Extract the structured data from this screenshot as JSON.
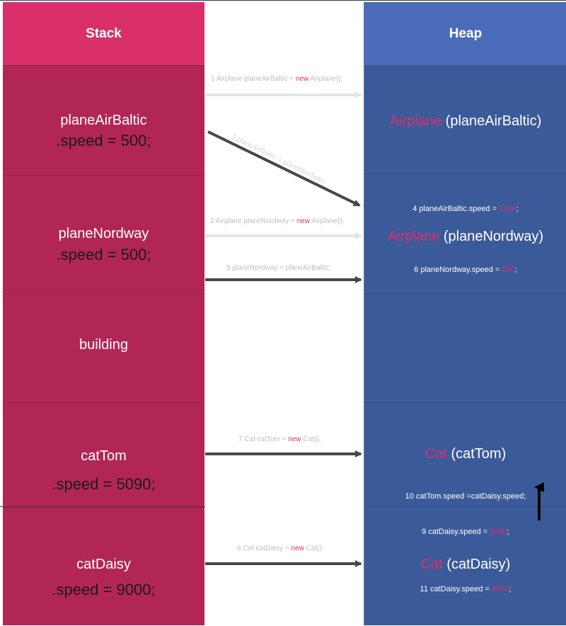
{
  "columns": {
    "stack_title": "Stack",
    "heap_title": "Heap"
  },
  "stack": {
    "plane_air_baltic": {
      "name": "planeAirBaltic",
      "speed": ".speed = 500;"
    },
    "plane_nordway": {
      "name": "planeNordway",
      "speed": ".speed = 500;"
    },
    "building": {
      "name": "building"
    },
    "cat_tom": {
      "name": "catTom",
      "speed": ".speed = 5090;"
    },
    "cat_daisy": {
      "name": "catDaisy",
      "speed": ".speed = 9000;"
    }
  },
  "heap": {
    "obj_air_baltic": {
      "cls": "Airplane",
      "ref": " (planeAirBaltic)"
    },
    "obj_nordway": {
      "cls": "Airplane",
      "ref": " (planeNordway)"
    },
    "obj_cat_tom": {
      "cls": "Cat",
      "ref": " (catTom)"
    },
    "obj_cat_daisy": {
      "cls": "Cat",
      "ref": " (catDaisy)"
    },
    "note_4": {
      "pre": "4 planeAirBaltic.speed = ",
      "val": "2000",
      "post": ";"
    },
    "note_6": {
      "pre": "6  planeNordway.speed = ",
      "val": "500",
      "post": ";"
    },
    "note_10": {
      "text": "10 catTom.speed =catDaisy.speed;"
    },
    "note_9": {
      "pre": "9 catDaisy.speed = ",
      "val": "5090",
      "post": ";"
    },
    "note_11": {
      "pre": "11 catDaisy.speed = ",
      "val": "9000",
      "post": ";"
    }
  },
  "arrows": {
    "a1": {
      "pre": "1  Airplane planeAirBaltic = ",
      "kw": "new",
      "post": " Airplane();"
    },
    "a2": {
      "pre": "2 Airplane planeNordway = ",
      "kw": "new",
      "post": " Airplane();"
    },
    "a3": {
      "text": "3 planeAirBaltic = planeNordway;"
    },
    "a5": {
      "text": "5 planeNordway = planeAirBaltic;"
    },
    "a7": {
      "pre": "7 Cat catTom = ",
      "kw": "new",
      "post": " Cat();"
    },
    "a8": {
      "pre": "8 Cat catDaisy = ",
      "kw": "new",
      "post": " Cat();"
    }
  },
  "colors": {
    "stack_bg": "#b22655",
    "stack_header": "#d9306a",
    "heap_bg": "#3b5a9a",
    "heap_header": "#4a6cb8",
    "accent": "#d9306a",
    "arrow_dark": "#474747",
    "arrow_faded": "#e2e4ea"
  }
}
